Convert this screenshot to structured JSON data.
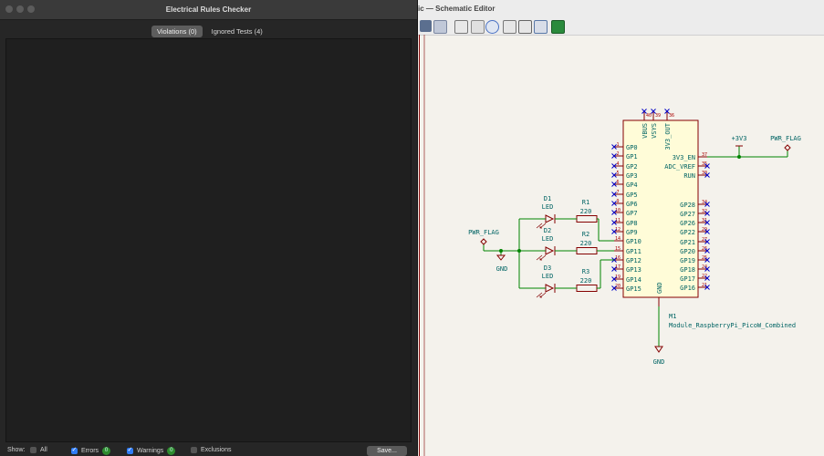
{
  "erc": {
    "title": "Electrical Rules Checker",
    "tabs": [
      {
        "label": "Violations (0)",
        "active": true
      },
      {
        "label": "Ignored Tests (4)",
        "active": false
      }
    ],
    "footer": {
      "show_label": "Show:",
      "all_label": "All",
      "errors_label": "Errors",
      "errors_count": "0",
      "warnings_label": "Warnings",
      "warnings_count": "0",
      "exclusions_label": "Exclusions",
      "save_label": "Save..."
    }
  },
  "editor": {
    "title": "ic — Schematic Editor",
    "toolbar_icons": [
      "library-browser-icon",
      "annotate-icon",
      "bom-icon",
      "simulator-icon",
      "netlist-icon",
      "erc-icon",
      "table-icon",
      "pcb-update-icon",
      "pcb-editor-icon"
    ],
    "schematic": {
      "module_ref": "M1",
      "module_value": "Module_RaspberryPi_PicoW_Combined",
      "top_pins": [
        "VBUS",
        "VSYS",
        "3V3_OUT"
      ],
      "top_pin_numbers": [
        "40",
        "39",
        "36"
      ],
      "left_pins": [
        "GP0",
        "GP1",
        "GP2",
        "GP3",
        "GP4",
        "GP5",
        "GP6",
        "GP7",
        "GP8",
        "GP9",
        "GP10",
        "GP11",
        "GP12",
        "GP13",
        "GP14",
        "GP15"
      ],
      "left_pin_numbers": [
        "1",
        "2",
        "4",
        "5",
        "6",
        "7",
        "9",
        "10",
        "11",
        "12",
        "14",
        "15",
        "16",
        "17",
        "19",
        "20"
      ],
      "right_top_pins": [
        "3V3_EN",
        "ADC_VREF",
        "RUN"
      ],
      "right_top_pin_numbers": [
        "37",
        "35",
        "30"
      ],
      "right_pins": [
        "GP28",
        "GP27",
        "GP26",
        "GP22",
        "GP21",
        "GP20",
        "GP19",
        "GP18",
        "GP17",
        "GP16"
      ],
      "right_pin_numbers": [
        "34",
        "32",
        "31",
        "29",
        "27",
        "26",
        "25",
        "24",
        "22",
        "21"
      ],
      "bottom_pin": "GND",
      "power_3v3": "+3V3",
      "pwr_flag_right": "PWR_FLAG",
      "pwr_flag_left": "PWR_FLAG",
      "gnd_left": "GND",
      "gnd_bottom": "GND",
      "leds": [
        {
          "ref": "D1",
          "value": "LED"
        },
        {
          "ref": "D2",
          "value": "LED"
        },
        {
          "ref": "D3",
          "value": "LED"
        }
      ],
      "resistors": [
        {
          "ref": "R1",
          "value": "220"
        },
        {
          "ref": "R2",
          "value": "220"
        },
        {
          "ref": "R3",
          "value": "220"
        }
      ]
    }
  },
  "colors": {
    "wire": "#008400",
    "component": "#840000",
    "text": "#006464",
    "pin_number": "#a90000",
    "noconnect": "#0000c8",
    "accent": "#2f7cf6"
  }
}
